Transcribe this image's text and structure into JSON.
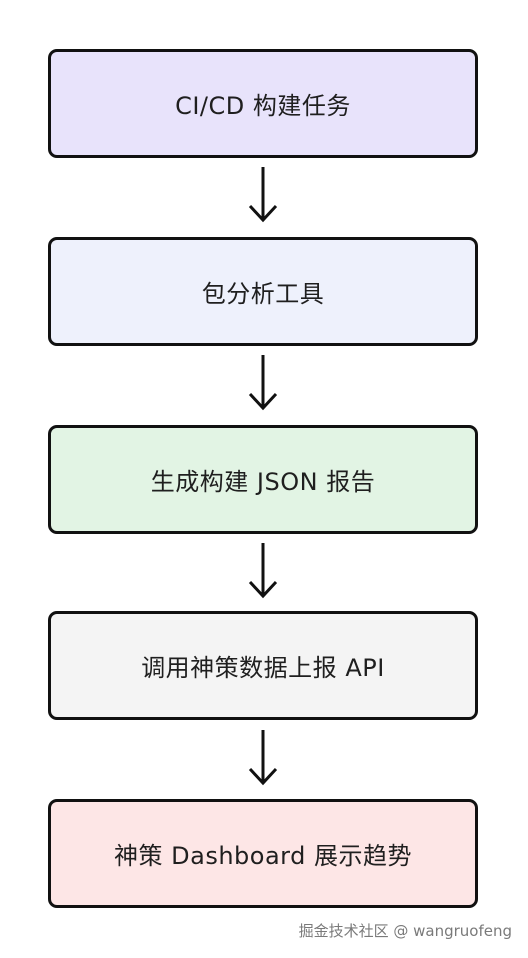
{
  "flow": {
    "steps": [
      {
        "label": "CI/CD 构建任务",
        "fill": "#e8e3fb"
      },
      {
        "label": "包分析工具",
        "fill": "#eef1fc"
      },
      {
        "label": "生成构建 JSON 报告",
        "fill": "#e2f4e4"
      },
      {
        "label": "调用神策数据上报 API",
        "fill": "#f4f4f4"
      },
      {
        "label": "神策 Dashboard 展示趋势",
        "fill": "#fde6e6"
      }
    ],
    "arrow_icon": "arrow-down-icon",
    "border_color": "#111111"
  },
  "watermark": {
    "text": "掘金技术社区 @ wangruofeng"
  }
}
